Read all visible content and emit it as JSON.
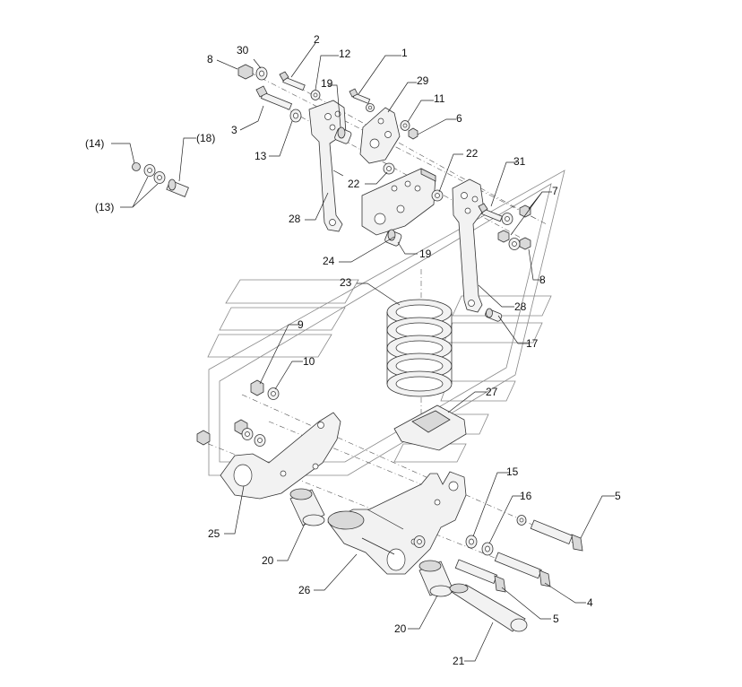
{
  "diagram": {
    "callouts": [
      {
        "id": "c-8-top",
        "text": "8"
      },
      {
        "id": "c-30",
        "text": "30"
      },
      {
        "id": "c-2",
        "text": "2"
      },
      {
        "id": "c-12",
        "text": "12"
      },
      {
        "id": "c-1",
        "text": "1"
      },
      {
        "id": "c-29",
        "text": "29"
      },
      {
        "id": "c-19-top",
        "text": "19"
      },
      {
        "id": "c-11",
        "text": "11"
      },
      {
        "id": "c-6",
        "text": "6"
      },
      {
        "id": "c-3",
        "text": "3"
      },
      {
        "id": "c-13",
        "text": "13"
      },
      {
        "id": "c-14p",
        "text": "(14)"
      },
      {
        "id": "c-18p",
        "text": "(18)"
      },
      {
        "id": "c-13p",
        "text": "(13)"
      },
      {
        "id": "c-22-top",
        "text": "22"
      },
      {
        "id": "c-22-mid",
        "text": "22"
      },
      {
        "id": "c-31",
        "text": "31"
      },
      {
        "id": "c-7",
        "text": "7"
      },
      {
        "id": "c-28-left",
        "text": "28"
      },
      {
        "id": "c-24",
        "text": "24"
      },
      {
        "id": "c-19-mid",
        "text": "19"
      },
      {
        "id": "c-23",
        "text": "23"
      },
      {
        "id": "c-8-right",
        "text": "8"
      },
      {
        "id": "c-28-right",
        "text": "28"
      },
      {
        "id": "c-17",
        "text": "17"
      },
      {
        "id": "c-9",
        "text": "9"
      },
      {
        "id": "c-10",
        "text": "10"
      },
      {
        "id": "c-27",
        "text": "27"
      },
      {
        "id": "c-15",
        "text": "15"
      },
      {
        "id": "c-16",
        "text": "16"
      },
      {
        "id": "c-5-top",
        "text": "5"
      },
      {
        "id": "c-25",
        "text": "25"
      },
      {
        "id": "c-20-left",
        "text": "20"
      },
      {
        "id": "c-26",
        "text": "26"
      },
      {
        "id": "c-4",
        "text": "4"
      },
      {
        "id": "c-5-bottom",
        "text": "5"
      },
      {
        "id": "c-20-bottom",
        "text": "20"
      },
      {
        "id": "c-21",
        "text": "21"
      }
    ]
  }
}
